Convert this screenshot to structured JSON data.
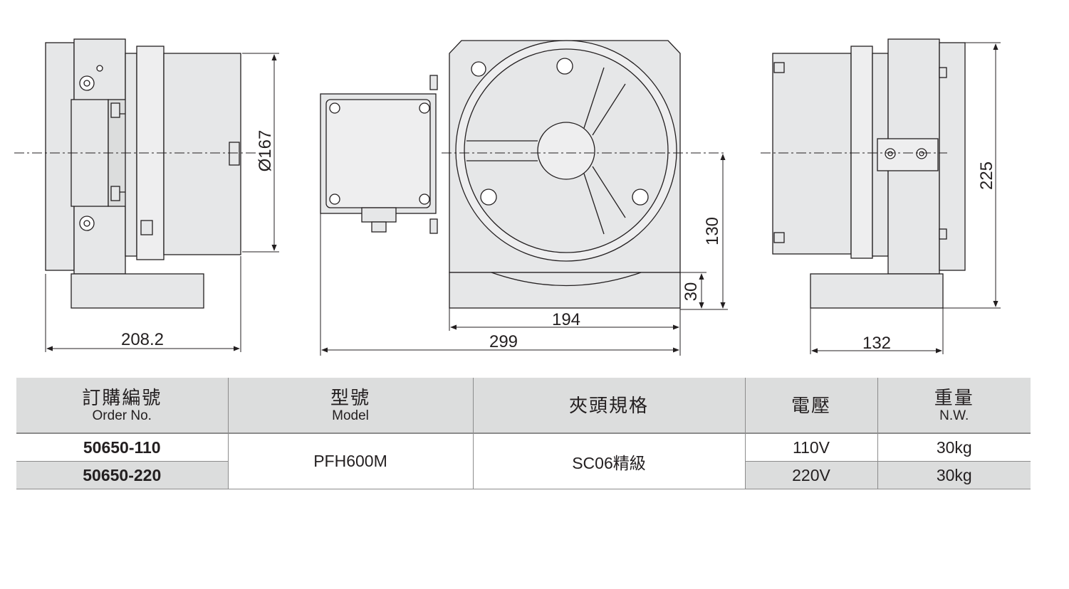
{
  "drawing": {
    "dims": {
      "left_width": "208.2",
      "diameter": "Ø167",
      "front_width": "299",
      "base_width": "194",
      "center_height": "130",
      "base_height": "30",
      "right_width": "132",
      "total_height": "225"
    }
  },
  "table": {
    "headers": [
      {
        "zh": "訂購編號",
        "en": "Order No."
      },
      {
        "zh": "型號",
        "en": "Model"
      },
      {
        "zh": "夾頭規格",
        "en": ""
      },
      {
        "zh": "電壓",
        "en": ""
      },
      {
        "zh": "重量",
        "en": "N.W."
      }
    ],
    "rows": [
      {
        "order_no": "50650-110",
        "voltage": "110V",
        "weight": "30kg"
      },
      {
        "order_no": "50650-220",
        "voltage": "220V",
        "weight": "30kg"
      }
    ],
    "model": "PFH600M",
    "chuck": "SC06精級"
  }
}
